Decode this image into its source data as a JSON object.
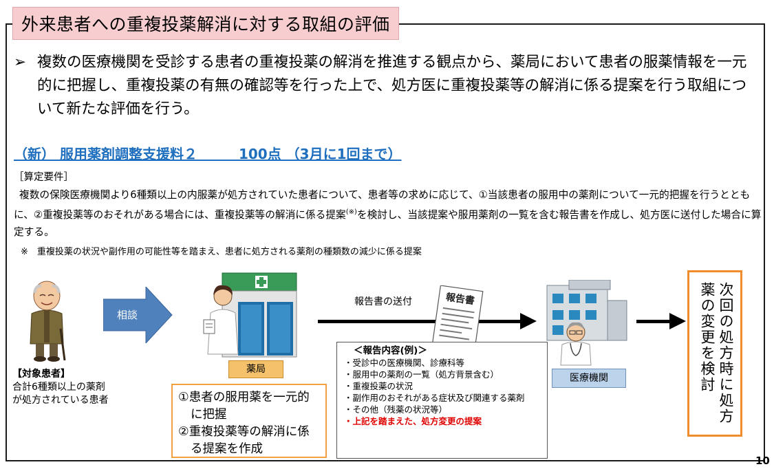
{
  "title": "外来患者への重複投薬解消に対する取組の評価",
  "intro": {
    "bullet": "➢",
    "text": "複数の医療機関を受診する患者の重複投薬の解消を推進する観点から、薬局において患者の服薬情報を一元的に把握し、重複投薬の有無の確認等を行った上で、処方医に重複投薬等の解消に係る提案を行う取組について新たな評価を行う。"
  },
  "heading": "（新） 服用薬剤調整支援料２　　　100点 （3月に1回まで）",
  "requirements": {
    "label": "［算定要件］",
    "body_part1": "複数の保険医療機関より6種類以上の内服薬が処方されていた患者について、患者等の求めに応じて、①当該患者の服用中の薬剤について一元的把握を行うとともに、②重複投薬等のおそれがある場合には、重複投薬等の解消に係る提案",
    "body_sup": "(※)",
    "body_part2": "を検討し、当該提案や服用薬剤の一覧を含む報告書を作成し、処方医に送付した場合に算定する。",
    "note": "※　重複投薬の状況や副作用の可能性等を踏まえ、患者に処方される薬剤の種類数の減少に係る提案"
  },
  "diagram": {
    "patient_label": "【対象患者】",
    "patient_desc_1": "合計6種類以上の薬剤",
    "patient_desc_2": "が処方されている患者",
    "consult_label": "相談",
    "pharmacy_label": "薬局",
    "pharmacy_action_1": "①患者の服用薬を一元的に把握",
    "pharmacy_action_2": "②重複投薬等の解消に係る提案を作成",
    "send_label": "報告書の送付",
    "report_doc_title": "報告書",
    "report_title": "＜報告内容(例)＞",
    "report_items": [
      "・受診中の医療機関、診療科等",
      "・服用中の薬剤の一覧（処方背景含む）",
      "・重複投薬の状況",
      "・副作用のおそれがある症状及び関連する薬剤",
      "・その他（残薬の状況等）"
    ],
    "report_red": "・上記を踏まえた、処方変更の提案",
    "hospital_label": "医療機関",
    "result_text": "次回の処方時に処方薬の変更を検討"
  },
  "page_number": "10",
  "colors": {
    "title_bg": "#f7cdd0",
    "heading": "#1f6fbf",
    "consult_arrow": "#4f81bd",
    "pharmacy_label_bg": "#f5c26b",
    "hospital_label_bg": "#bcd3ec",
    "orange_border": "#f08c2a",
    "red_text": "#e00000"
  },
  "icons": [
    "elderly-patient-icon",
    "pharmacist-icon",
    "report-document-icon",
    "doctor-hospital-icon"
  ]
}
